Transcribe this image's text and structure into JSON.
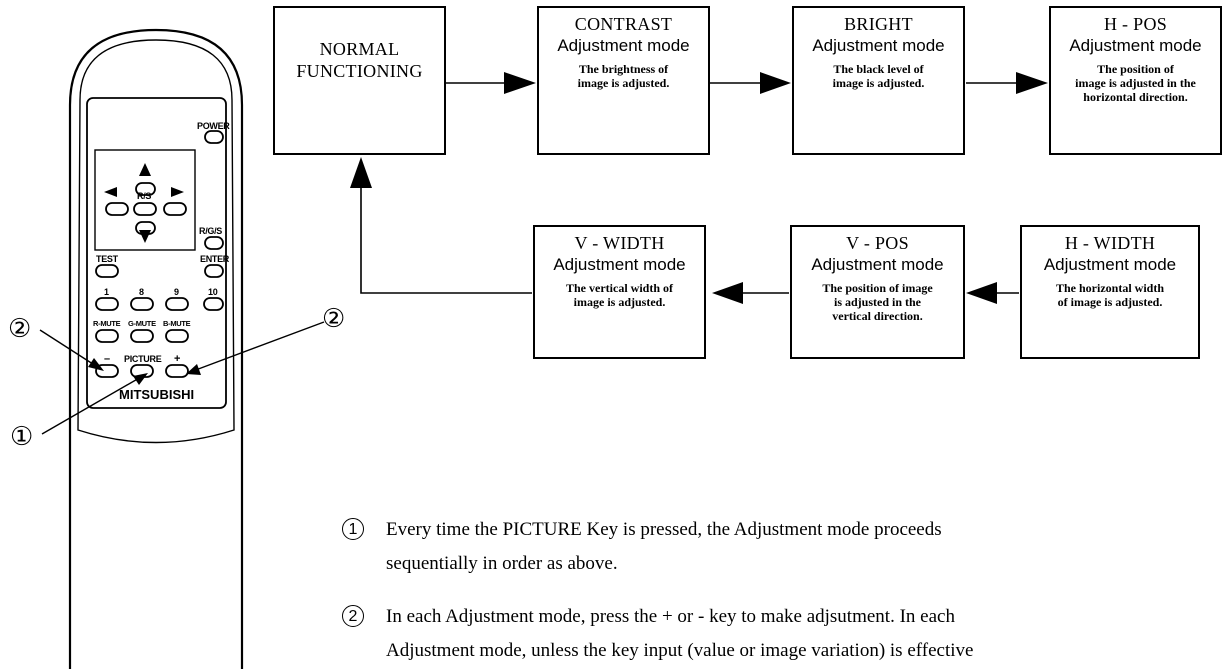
{
  "remote": {
    "buttons": {
      "power": "POWER",
      "rgs": "R/G/S",
      "rs": "R/S",
      "test": "TEST",
      "enter": "ENTER",
      "n1": "1",
      "n8": "8",
      "n9": "9",
      "n10": "10",
      "rmute": "R-MUTE",
      "gmute": "G-MUTE",
      "bmute": "B-MUTE",
      "minus": "–",
      "picture": "PICTURE",
      "plus": "+"
    },
    "brand": "MITSUBISHI"
  },
  "callouts": {
    "c2_left": "②",
    "c2_right": "②",
    "c1": "①"
  },
  "flow": {
    "normal": {
      "line1": "NORMAL",
      "line2": "FUNCTIONING"
    },
    "contrast": {
      "title": "CONTRAST",
      "mode": "Adjustment mode",
      "desc1": "The brightness of",
      "desc2": "image is adjusted."
    },
    "bright": {
      "title": "BRIGHT",
      "mode": "Adjustment mode",
      "desc1": "The black level of",
      "desc2": "image is adjusted."
    },
    "hpos": {
      "title": "H - POS",
      "mode": "Adjustment mode",
      "desc1": "The position of",
      "desc2": "image is adjusted in the",
      "desc3": "horizontal direction."
    },
    "hwidth": {
      "title": "H - WIDTH",
      "mode": "Adjustment mode",
      "desc1": "The horizontal width",
      "desc2": "of image is adjusted."
    },
    "vpos": {
      "title": "V - POS",
      "mode": "Adjustment mode",
      "desc1": "The position of image",
      "desc2": "is adjusted in the",
      "desc3": "vertical direction."
    },
    "vwidth": {
      "title": "V - WIDTH",
      "mode": "Adjustment mode",
      "desc1": "The vertical width of",
      "desc2": "image is adjusted."
    }
  },
  "notes": [
    {
      "num": "1",
      "line1": "Every time the PICTURE Key is pressed, the Adjustment mode proceeds",
      "line2": "sequentially in order as above."
    },
    {
      "num": "2",
      "line1": "In each Adjustment mode,  press the + or - key to make adjsutment. In each",
      "line2": "Adjustment mode, unless the key input (value or image variation) is effective"
    }
  ]
}
